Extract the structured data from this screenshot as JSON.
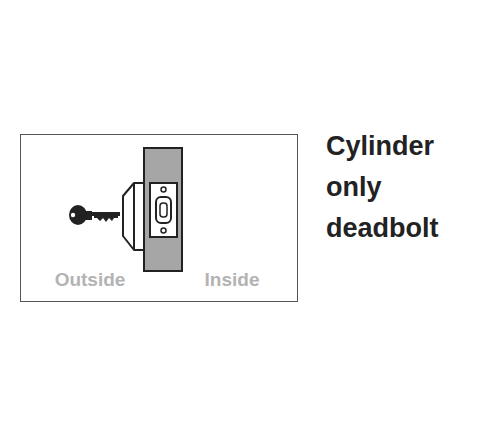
{
  "diagram": {
    "title": "Cylinder only deadbolt",
    "nodes": [
      {
        "text": [
          "Outside",
          "Inside"
        ]
      }
    ]
  }
}
